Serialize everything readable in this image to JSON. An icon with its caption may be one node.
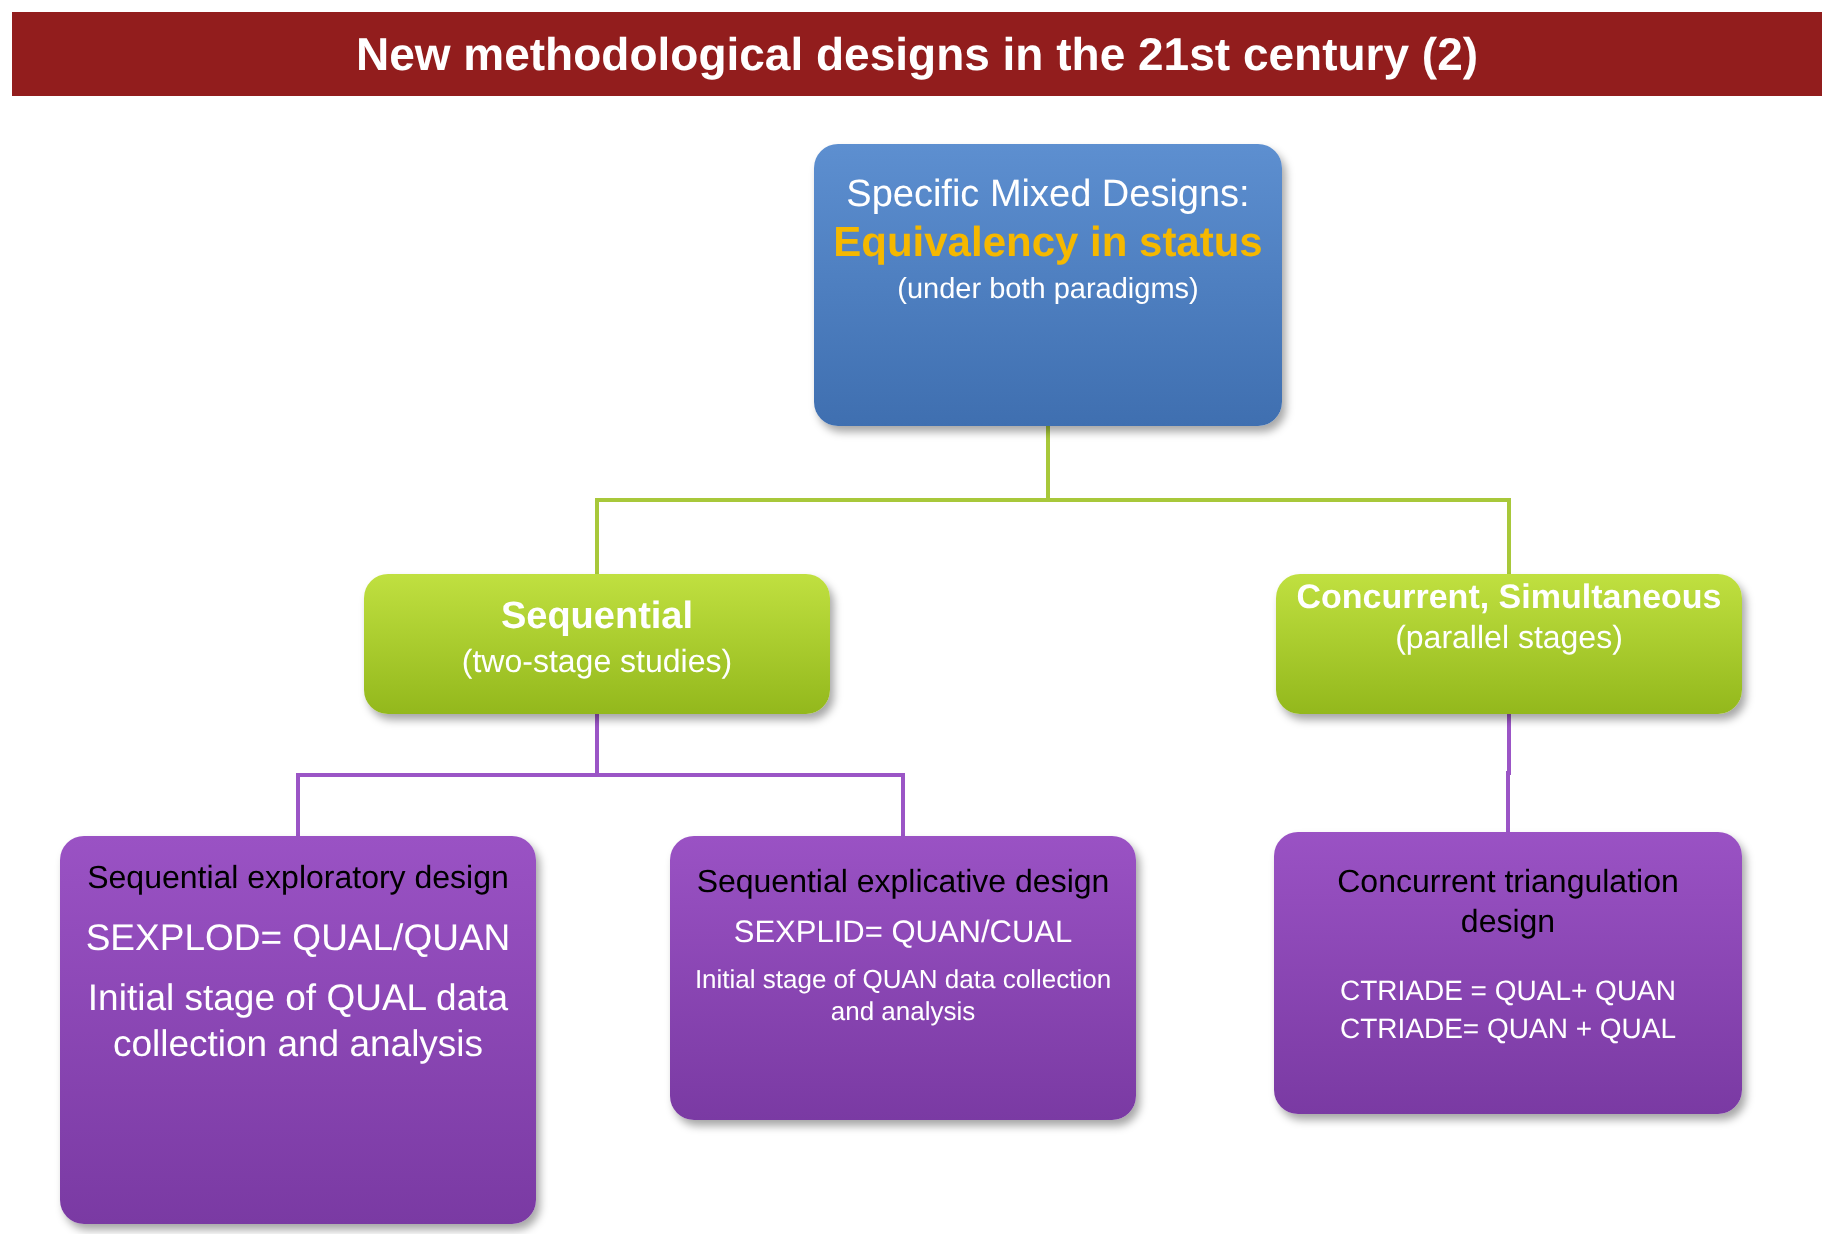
{
  "diagram": {
    "title": "New methodological designs in the 21st century (2)",
    "nodes": [
      {
        "text": [
          "Specific Mixed Designs:",
          "Equivalency in status",
          "(under both paradigms)"
        ]
      },
      {
        "text": [
          "Sequential",
          "(two-stage studies)"
        ]
      },
      {
        "text": [
          "Concurrent, Simultaneous",
          "(parallel stages)"
        ]
      },
      {
        "text": [
          "Sequential exploratory design",
          "SEXPLOD= QUAL/QUAN",
          "Initial stage of QUAL data collection and analysis"
        ]
      },
      {
        "text": [
          "Sequential explicative design",
          "SEXPLID= QUAN/CUAL",
          "Initial stage of QUAN data collection and analysis"
        ]
      },
      {
        "text": [
          "Concurrent triangulation design",
          "CTRIADE = QUAL+ QUAN",
          "CTRIADE= QUAN + QUAL"
        ]
      }
    ],
    "edges": [
      {
        "from": 0,
        "to": 1,
        "arrow": "none",
        "color": "#a8c83a"
      },
      {
        "from": 0,
        "to": 2,
        "arrow": "none",
        "color": "#a8c83a"
      },
      {
        "from": 1,
        "to": 3,
        "arrow": "none"
      },
      {
        "from": 1,
        "to": 4,
        "arrow": "none"
      },
      {
        "from": 2,
        "to": 5,
        "arrow": "none"
      }
    ]
  }
}
